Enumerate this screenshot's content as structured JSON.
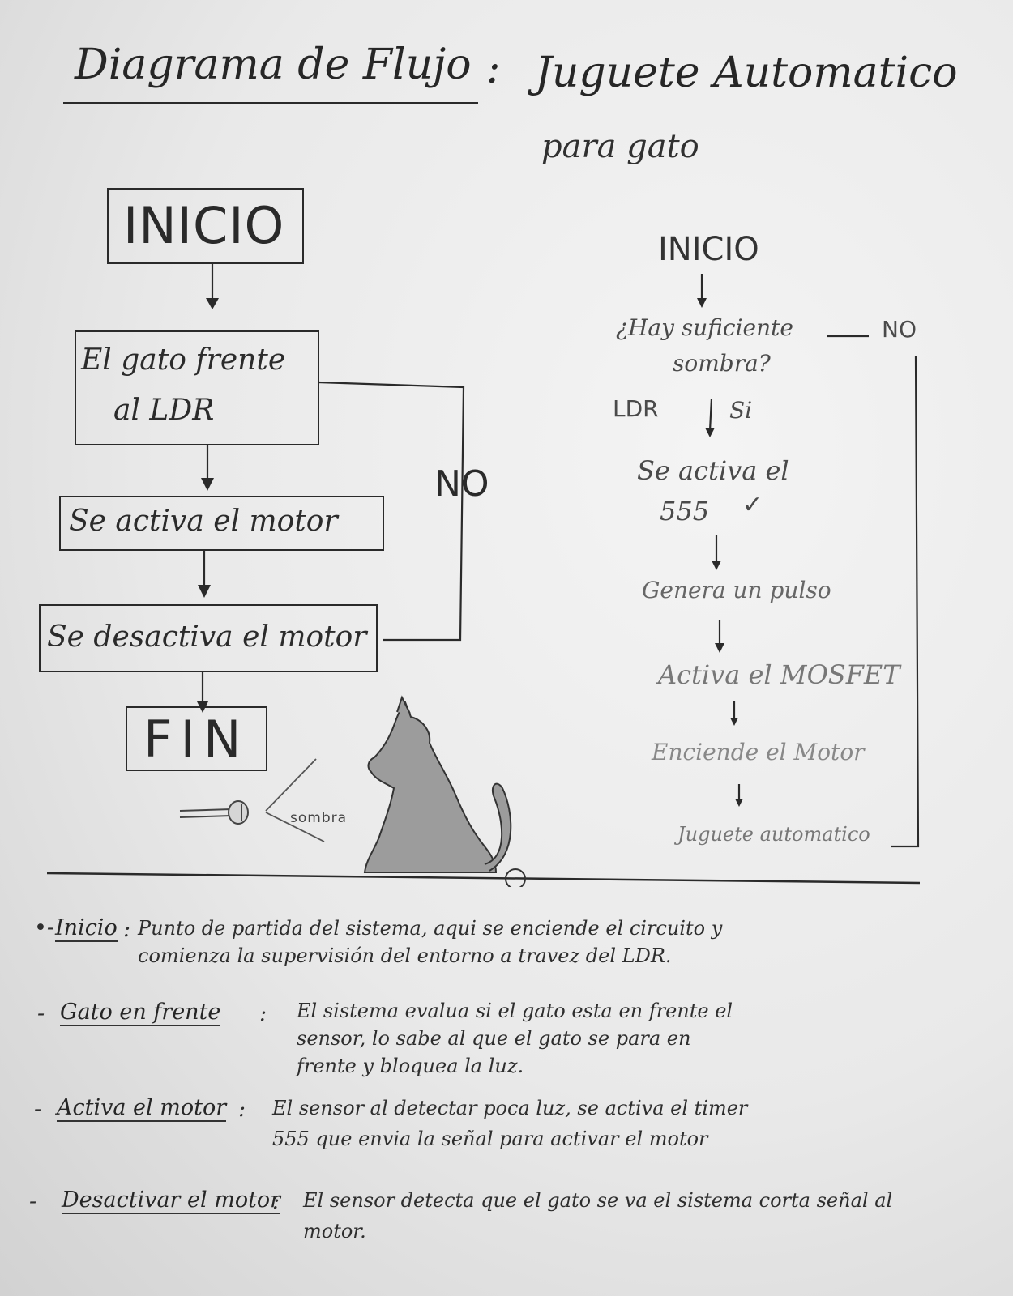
{
  "title": {
    "main": "Diagrama de Flujo",
    "separator": ":",
    "topic": "Juguete Automatico",
    "subtitle": "para gato"
  },
  "left_flow": {
    "start": "INICIO",
    "step1_line1": "El gato frente",
    "step1_line2": "al LDR",
    "step2": "Se activa el motor",
    "step3": "Se desactiva el motor",
    "end": "FIN",
    "no_label": "NO"
  },
  "right_flow": {
    "start": "INICIO",
    "question_line1": "¿Hay suficiente",
    "question_line2": "sombra?",
    "no_label": "NO",
    "ldr_label": "LDR",
    "yes_label": "Si",
    "step1_line1": "Se activa el",
    "step1_line2": "555",
    "check_mark": "✓",
    "step2": "Genera un pulso",
    "step3": "Activa el MOSFET",
    "step4": "Enciende el Motor",
    "step5": "Juguete automatico"
  },
  "illustration": {
    "shadow_label": "sombra"
  },
  "notes": [
    {
      "key": "Inicio",
      "line1": "Punto de partida del sistema, aqui se enciende el circuito y",
      "line2": "comienza la supervisión del entorno a travez del LDR."
    },
    {
      "key": "Gato en frente",
      "line1": "El sistema evalua si el gato esta en frente el",
      "line2": "sensor, lo sabe al que el gato se para en",
      "line3": "frente y bloquea la luz."
    },
    {
      "key": "Activa el motor",
      "line1": "El sensor al detectar poca luz, se activa el timer",
      "line2": "555 que envia la señal para activar el motor"
    },
    {
      "key": "Desactivar el motor",
      "line1": "El sensor detecta que el gato se va el sistema corta señal al",
      "line2": "motor."
    }
  ],
  "colors": {
    "ink": "#2a2a2a",
    "pencil": "#5a5a5a",
    "paper": "#ececec"
  }
}
